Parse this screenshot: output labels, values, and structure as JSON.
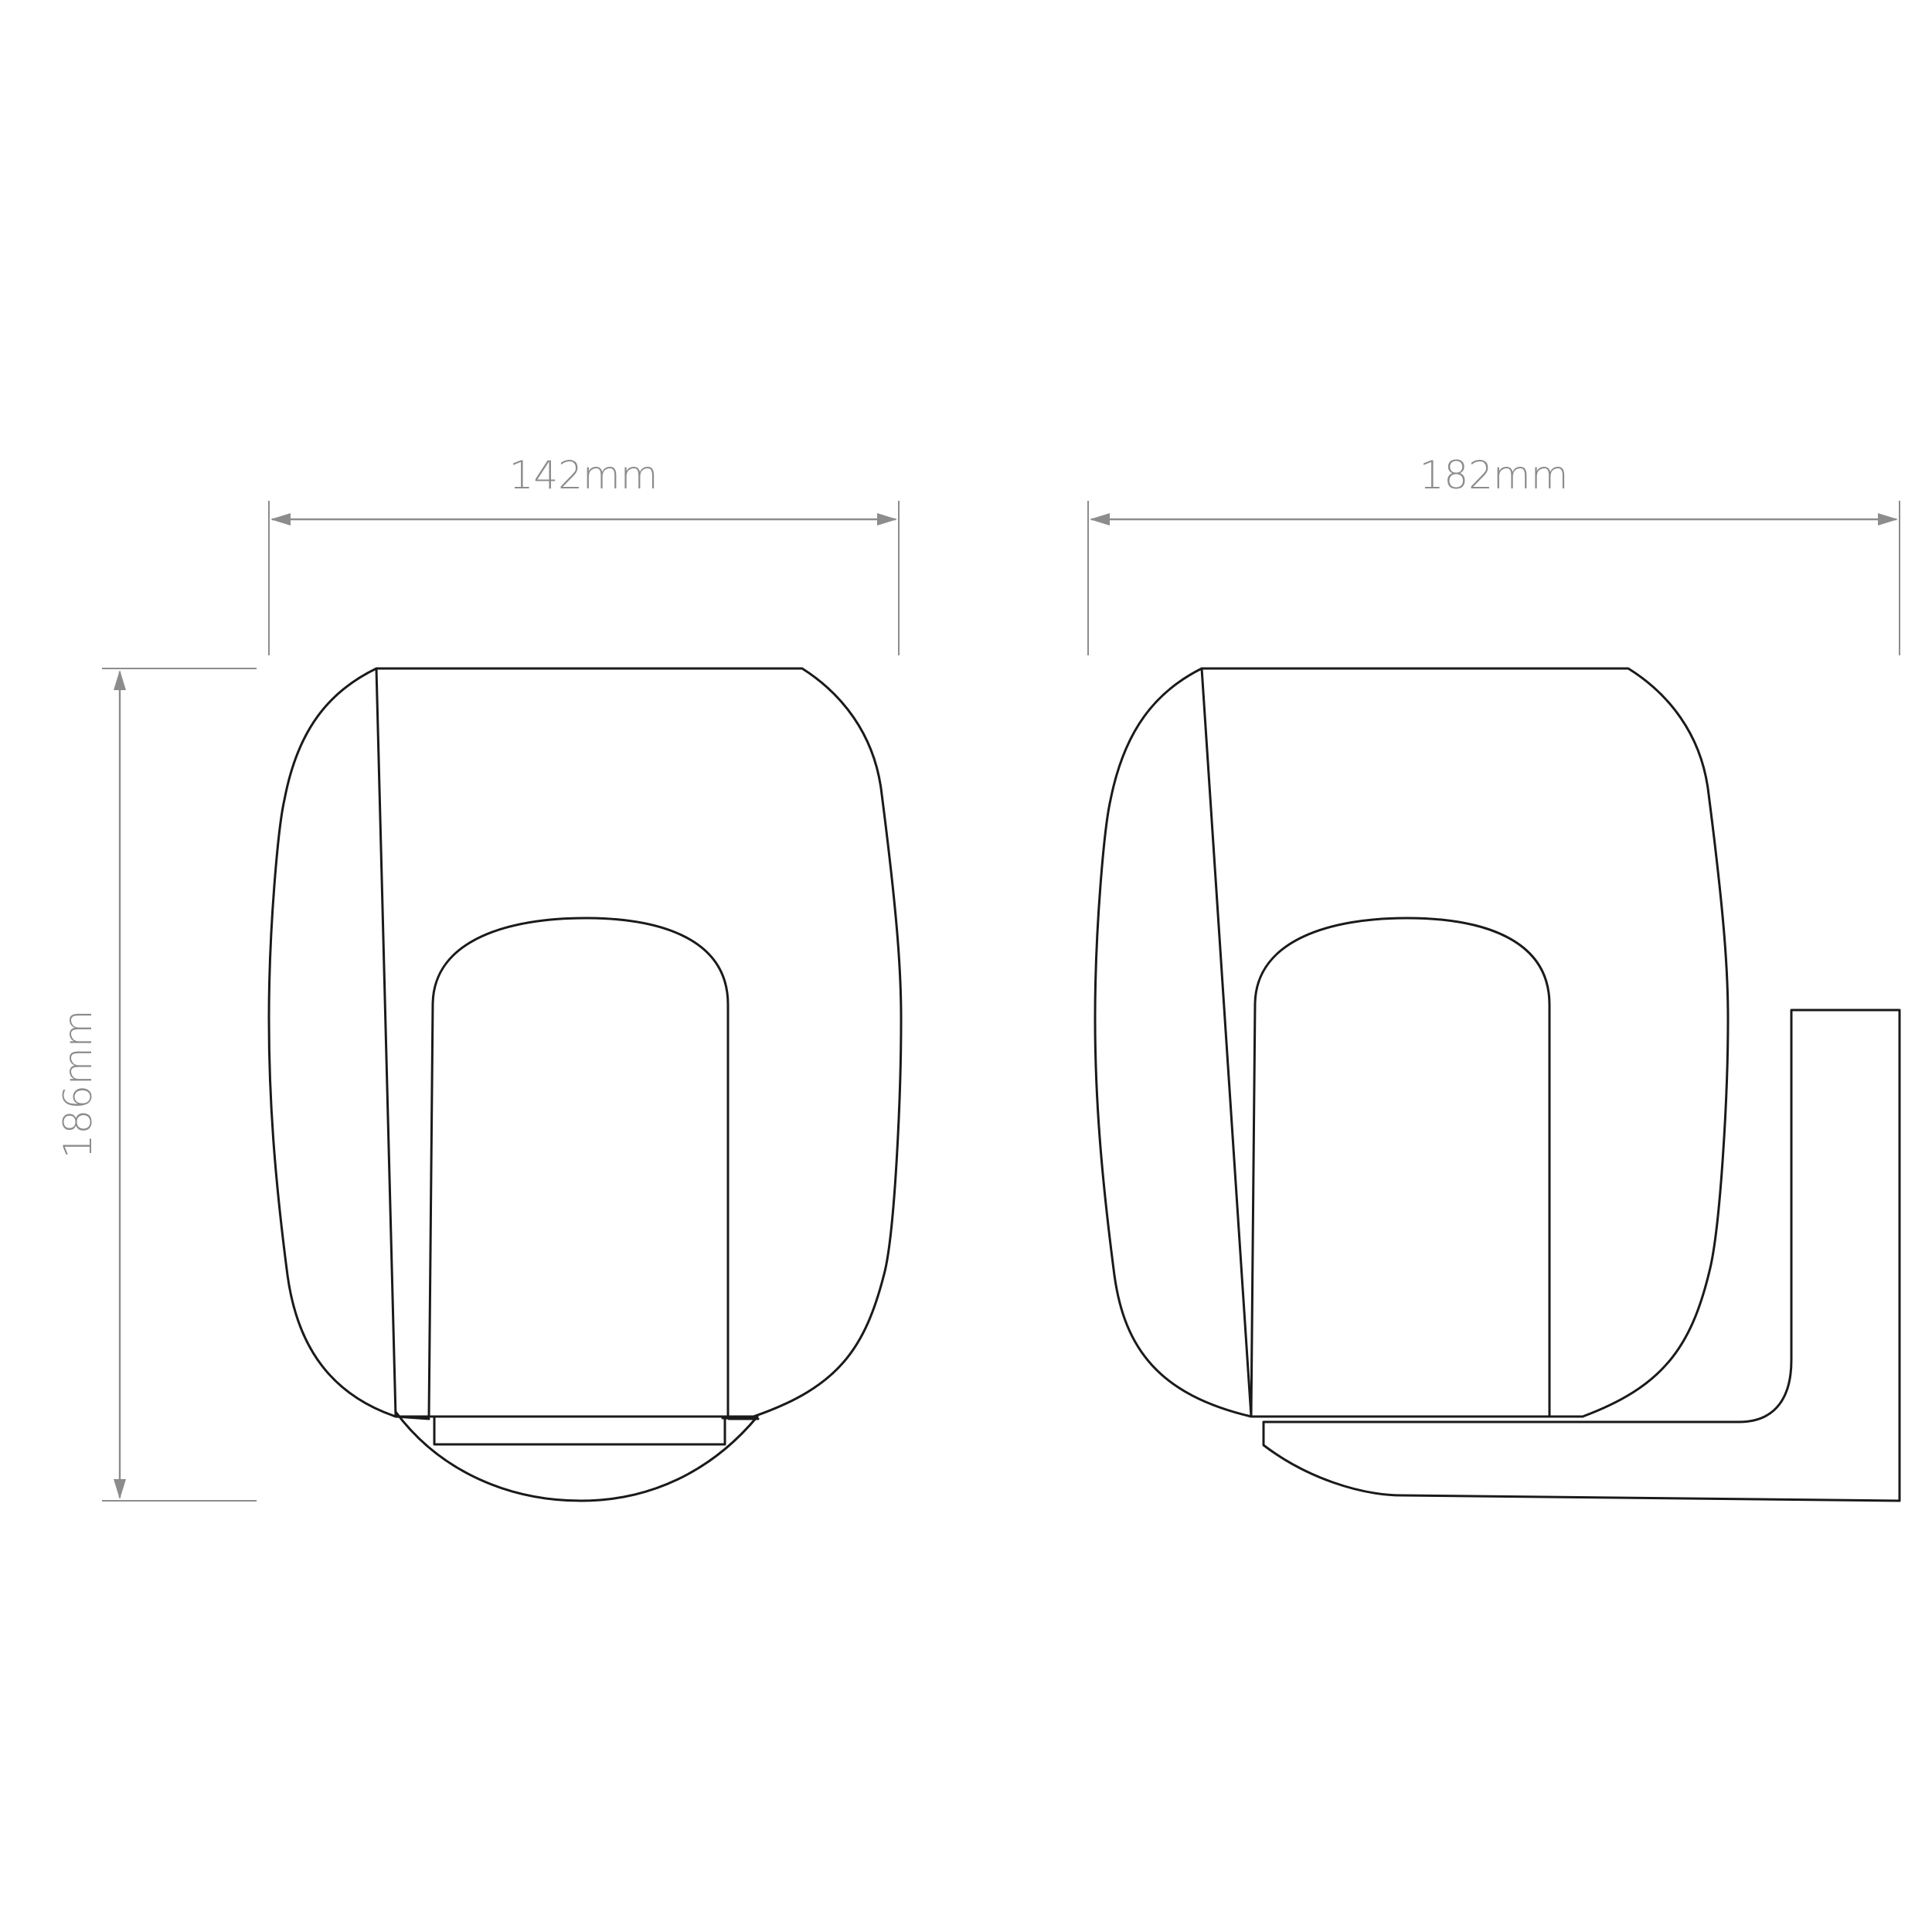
{
  "drawing": {
    "dimensions": {
      "front_width": "142mm",
      "side_width": "182mm",
      "height": "186mm"
    },
    "colors": {
      "outline": "#1a1a1a",
      "dimension": "#8c8c8c",
      "background": "#ffffff"
    }
  }
}
